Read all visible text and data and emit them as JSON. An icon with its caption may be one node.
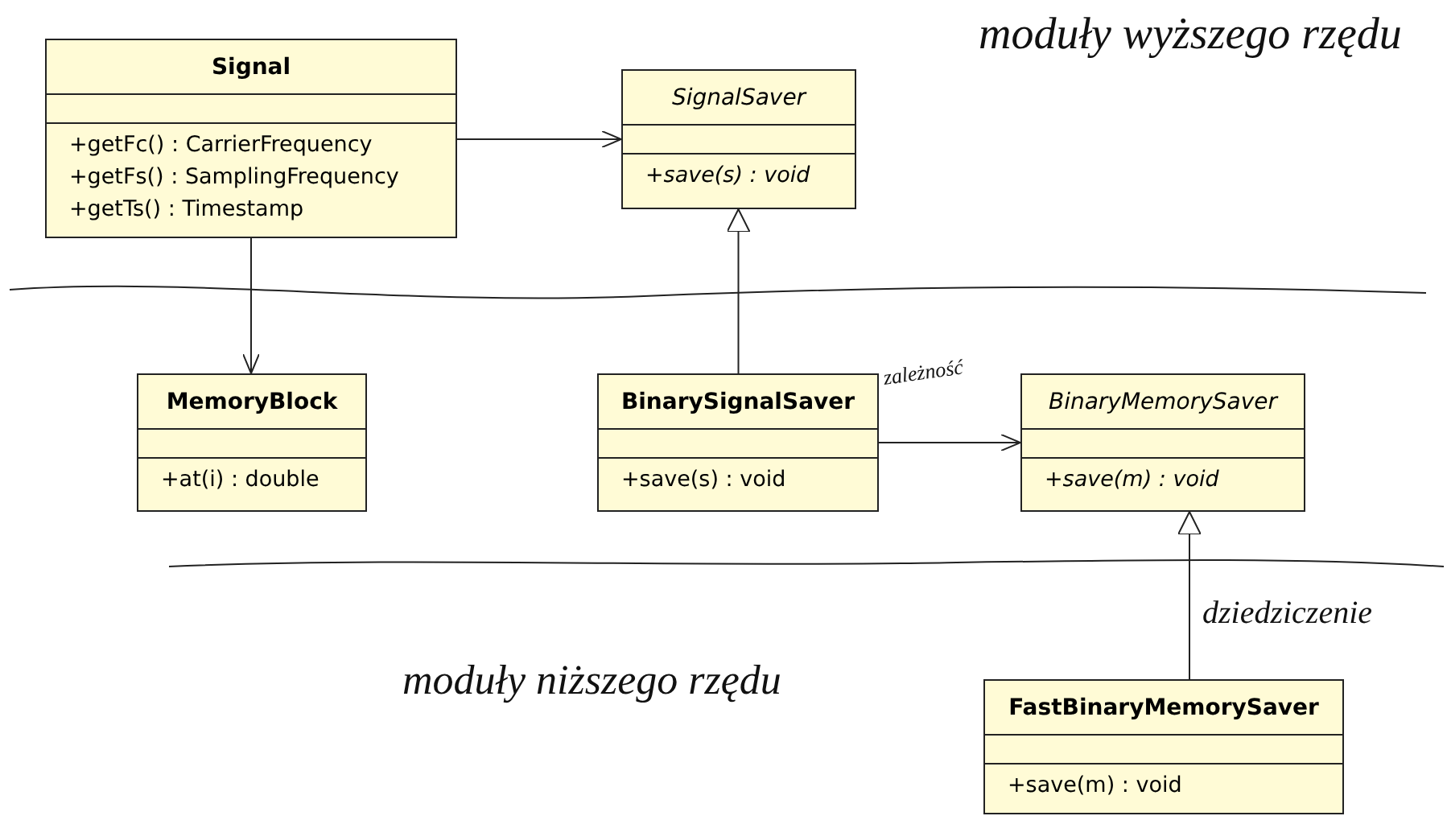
{
  "diagram": {
    "nodes": [
      {
        "text": [
          "Signal",
          "+getFc() : CarrierFrequency",
          "+getFs() : SamplingFrequency",
          "+getTs() : Timestamp"
        ]
      },
      {
        "text": [
          "SignalSaver",
          "+save(s) : void"
        ]
      },
      {
        "text": [
          "MemoryBlock",
          "+at(i) : double"
        ]
      },
      {
        "text": [
          "BinarySignalSaver",
          "+save(s) : void"
        ]
      },
      {
        "text": [
          "BinaryMemorySaver",
          "+save(m) : void"
        ]
      },
      {
        "text": [
          "FastBinaryMemorySaver",
          "+save(m) : void"
        ]
      }
    ],
    "edges": [
      {
        "from": 0,
        "to": 1,
        "arrow": "to"
      },
      {
        "from": 0,
        "to": 2,
        "arrow": "to"
      },
      {
        "from": 3,
        "to": 1,
        "arrow": "to"
      },
      {
        "from": 3,
        "to": 4,
        "arrow": "to",
        "label": "zależność"
      },
      {
        "from": 5,
        "to": 4,
        "arrow": "to",
        "label": "dziedziczenie"
      }
    ],
    "labels": [
      "moduły wyższego rzędu",
      "moduły niższego rzędu"
    ]
  }
}
